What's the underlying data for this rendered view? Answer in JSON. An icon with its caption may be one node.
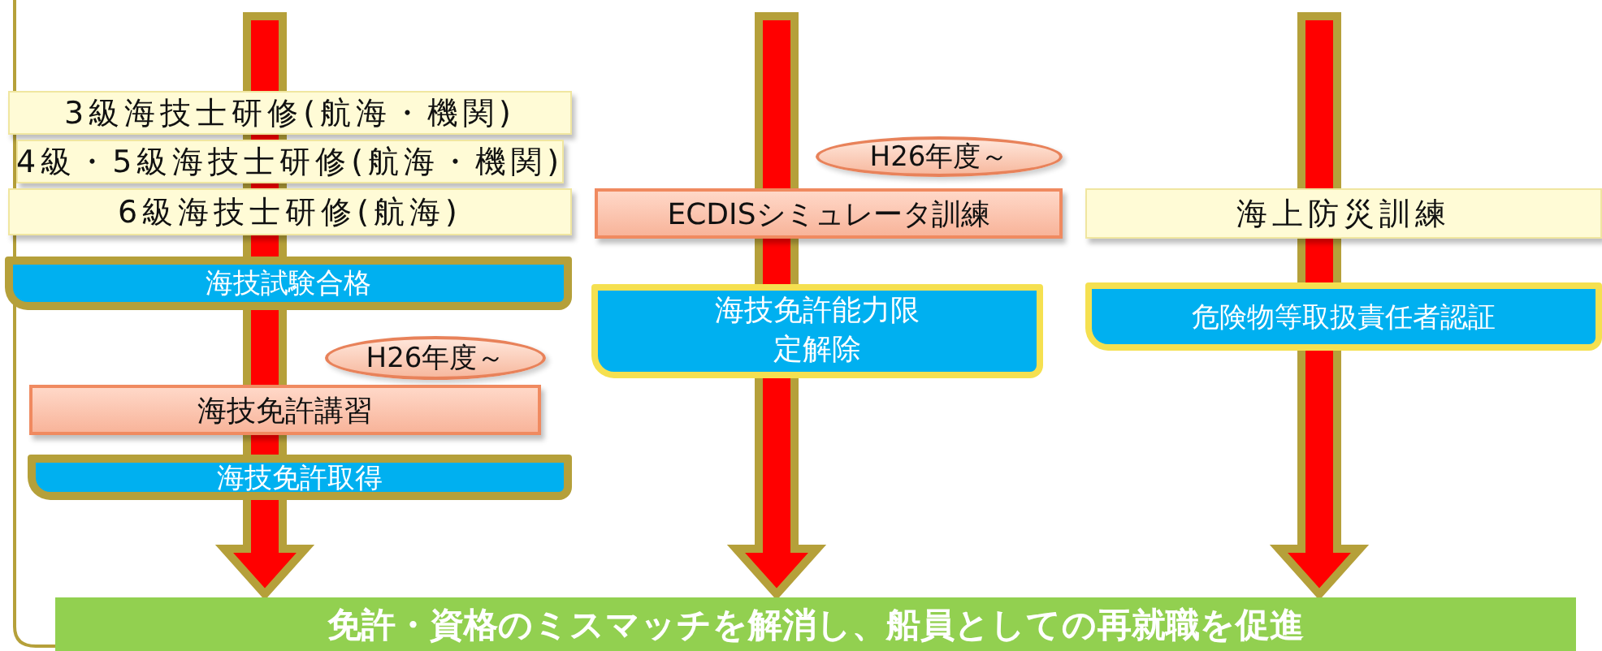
{
  "diagram": {
    "nodes": [
      {
        "text": [
          "3級海技士研修(航海・機関)"
        ]
      },
      {
        "text": [
          "4級・5級海技士研修(航海・機関)"
        ]
      },
      {
        "text": [
          "6級海技士研修(航海)"
        ]
      },
      {
        "text": [
          "海技試験合格"
        ]
      },
      {
        "text": [
          "H26年度～"
        ]
      },
      {
        "text": [
          "海技免許講習"
        ]
      },
      {
        "text": [
          "海技免許取得"
        ]
      },
      {
        "text": [
          "H26年度～"
        ]
      },
      {
        "text": [
          "ECDISシミュレータ訓練"
        ]
      },
      {
        "text": [
          "海技免許能力限定解除"
        ]
      },
      {
        "text": [
          "海上防災訓練"
        ]
      },
      {
        "text": [
          "危険物等取扱責任者認証"
        ]
      },
      {
        "text": [
          "免許・資格のミスマッチを解消し、船員としての再就職を促進"
        ]
      }
    ],
    "edges": [
      {
        "from": null,
        "to": 12,
        "arrow": "to"
      },
      {
        "from": null,
        "to": 12,
        "arrow": "to"
      },
      {
        "from": null,
        "to": 12,
        "arrow": "to"
      }
    ]
  }
}
